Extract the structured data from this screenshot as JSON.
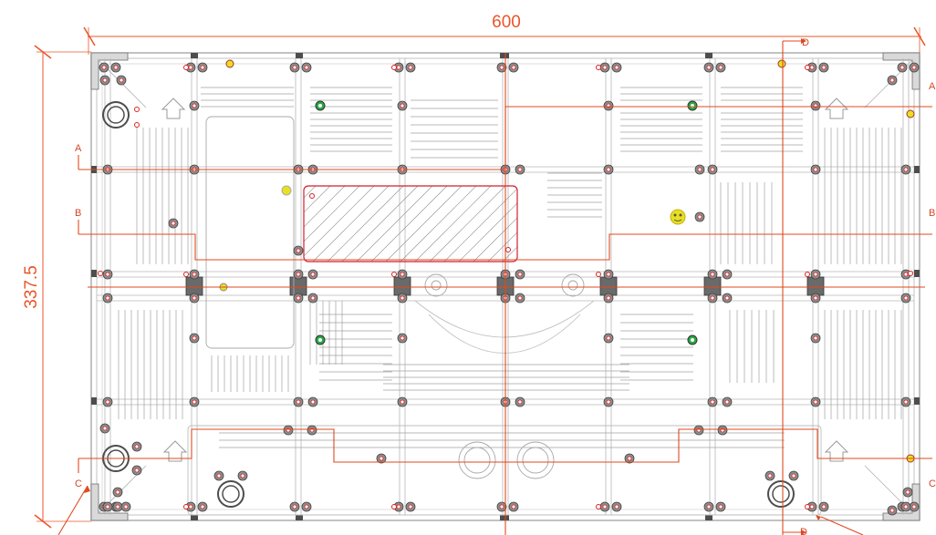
{
  "dimensions": {
    "width_label": "600",
    "height_label": "337.5"
  },
  "section_marks": {
    "A": "A",
    "B": "B",
    "C": "C",
    "D": "D"
  },
  "colors": {
    "dimension": "#e8562a",
    "section_line": "#e04a1f",
    "frame": "#9a9a9a",
    "frame_dark": "#4d4d4d",
    "screw_fill": "#8c8c8c",
    "screw_red": "#e02020",
    "magnet_green": "#27a844",
    "magnet_yellow": "#e8e020",
    "hatch_border": "#d21e2e",
    "hatch": "#8a8a8a"
  }
}
